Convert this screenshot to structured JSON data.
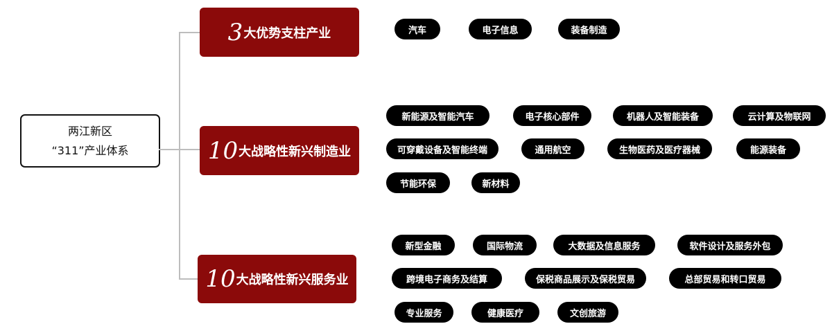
{
  "root": {
    "line1": "两江新区",
    "line2": "“311”产业体系"
  },
  "categories": [
    {
      "num": "3",
      "label": "大优势支柱产业",
      "tags": [
        "汽车",
        "电子信息",
        "装备制造"
      ]
    },
    {
      "num": "10",
      "label": "大战略性新兴制造业",
      "tags": [
        "新能源及智能汽车",
        "电子核心部件",
        "机器人及智能装备",
        "云计算及物联网",
        "可穿戴设备及智能终端",
        "通用航空",
        "生物医药及医疗器械",
        "能源装备",
        "节能环保",
        "新材料"
      ]
    },
    {
      "num": "10",
      "label": "大战略性新兴服务业",
      "tags": [
        "新型金融",
        "国际物流",
        "大数据及信息服务",
        "软件设计及服务外包",
        "跨境电子商务及结算",
        "保税商品展示及保税贸易",
        "总部贸易和转口贸易",
        "专业服务",
        "健康医疗",
        "文创旅游"
      ]
    }
  ],
  "colors": {
    "category_bg": "#8b0a0a",
    "tag_bg": "#000000",
    "connector": "#bdbdbd"
  }
}
